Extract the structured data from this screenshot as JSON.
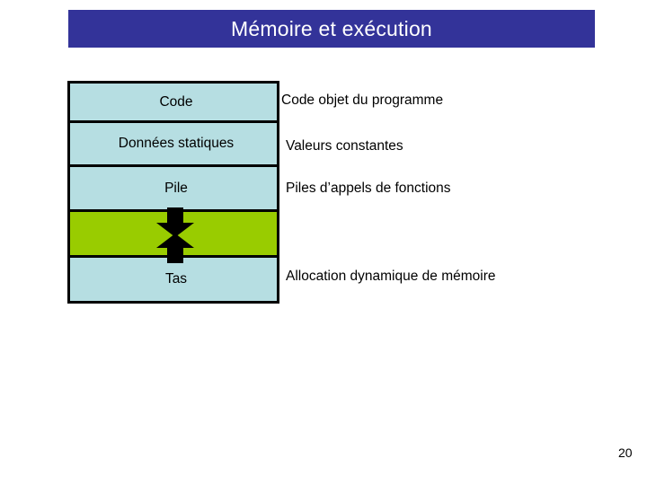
{
  "slide": {
    "title": "Mémoire et exécution",
    "slide_number": "20",
    "colors": {
      "title_bar_background": "#333399",
      "title_text": "#ffffff",
      "segment_background": "#B6DEE2",
      "free_space_background": "#99CC00",
      "border": "#000000",
      "page_background": "#ffffff"
    }
  },
  "memory_diagram": {
    "segments": [
      {
        "name": "Code",
        "description": "Code objet du programme",
        "fill": "#B6DEE2"
      },
      {
        "name": "Données statiques",
        "description": "Valeurs constantes",
        "fill": "#B6DEE2"
      },
      {
        "name": "Pile",
        "description": "Piles d’appels de fonctions",
        "fill": "#99CC00"
      },
      {
        "name": "",
        "description": "",
        "fill": "#99CC00"
      },
      {
        "name": "Tas",
        "description": "Allocation dynamique de mémoire",
        "fill": "#B6DEE2"
      }
    ],
    "labels": {
      "code": "Code",
      "static_data": "Données statiques",
      "stack": "Pile",
      "free": "",
      "heap": "Tas"
    },
    "descriptions": {
      "code": "Code objet du programme",
      "static_data": "Valeurs constantes",
      "stack": "Piles d’appels de fonctions",
      "heap": "Allocation dynamique de mémoire"
    },
    "arrows": {
      "down_arrow": "stack-grows-down-arrow",
      "up_arrow": "heap-grows-up-arrow"
    }
  }
}
